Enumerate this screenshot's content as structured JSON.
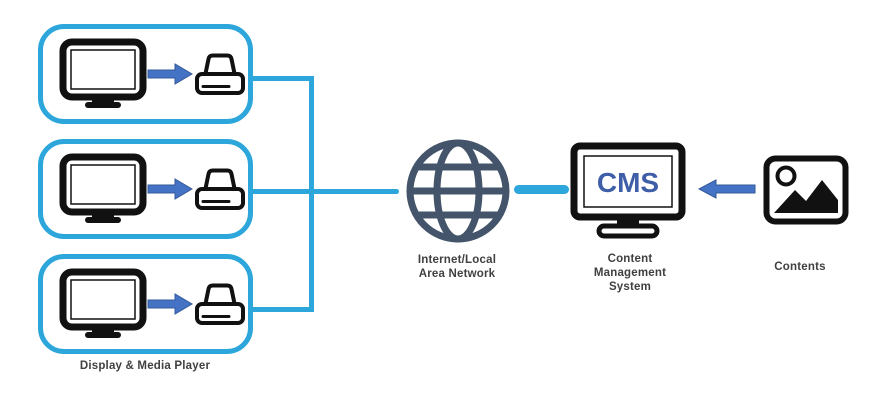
{
  "colors": {
    "background": "#ffffff",
    "connector_cyan": "#2CA6DB",
    "arrow_blue": "#4472C4",
    "globe_slate": "#44546A",
    "icon_black": "#111111",
    "label_gray": "#404040",
    "cms_text_blue": "#3F5EA8"
  },
  "display_group": {
    "label": "Display & Media Player",
    "box_count": 3
  },
  "internet": {
    "label_line1": "Internet/Local",
    "label_line2": "Area Network"
  },
  "cms": {
    "screen_text": "CMS",
    "label_line1": "Content",
    "label_line2": "Management",
    "label_line3": "System"
  },
  "contents": {
    "label": "Contents"
  }
}
